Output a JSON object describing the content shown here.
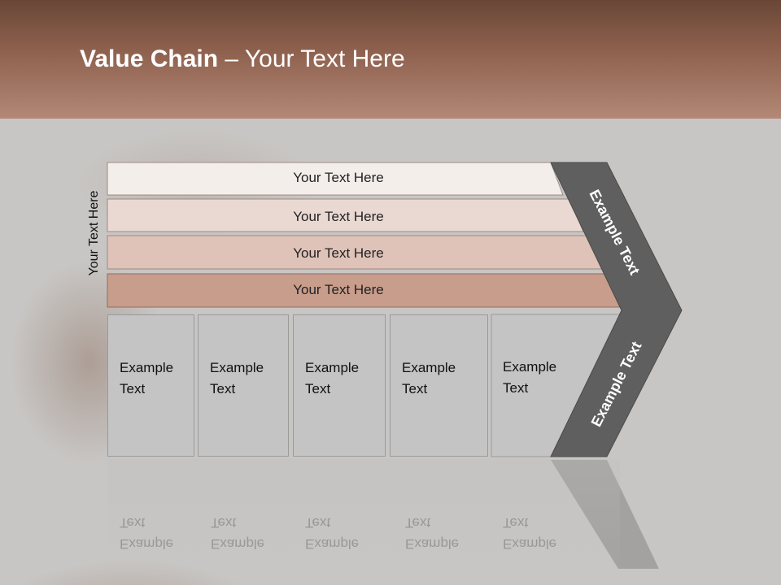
{
  "title": {
    "bold": "Value Chain",
    "rest": " – Your Text Here"
  },
  "side_label": "Your Text Here",
  "bars": [
    {
      "label": "Your Text Here",
      "color": "#f4eeeb"
    },
    {
      "label": "Your Text Here",
      "color": "#ead9d2"
    },
    {
      "label": "Your Text Here",
      "color": "#dfc3b8"
    },
    {
      "label": "Your Text Here",
      "color": "#c89d8c"
    }
  ],
  "boxes": [
    {
      "line1": "Example",
      "line2": "Text"
    },
    {
      "line1": "Example",
      "line2": "Text"
    },
    {
      "line1": "Example",
      "line2": "Text"
    },
    {
      "line1": "Example",
      "line2": "Text"
    },
    {
      "line1": "Example",
      "line2": "Text"
    }
  ],
  "chevron": {
    "top_label": "Example Text",
    "bottom_label": "Example Text",
    "color": "#5f5f5f"
  }
}
